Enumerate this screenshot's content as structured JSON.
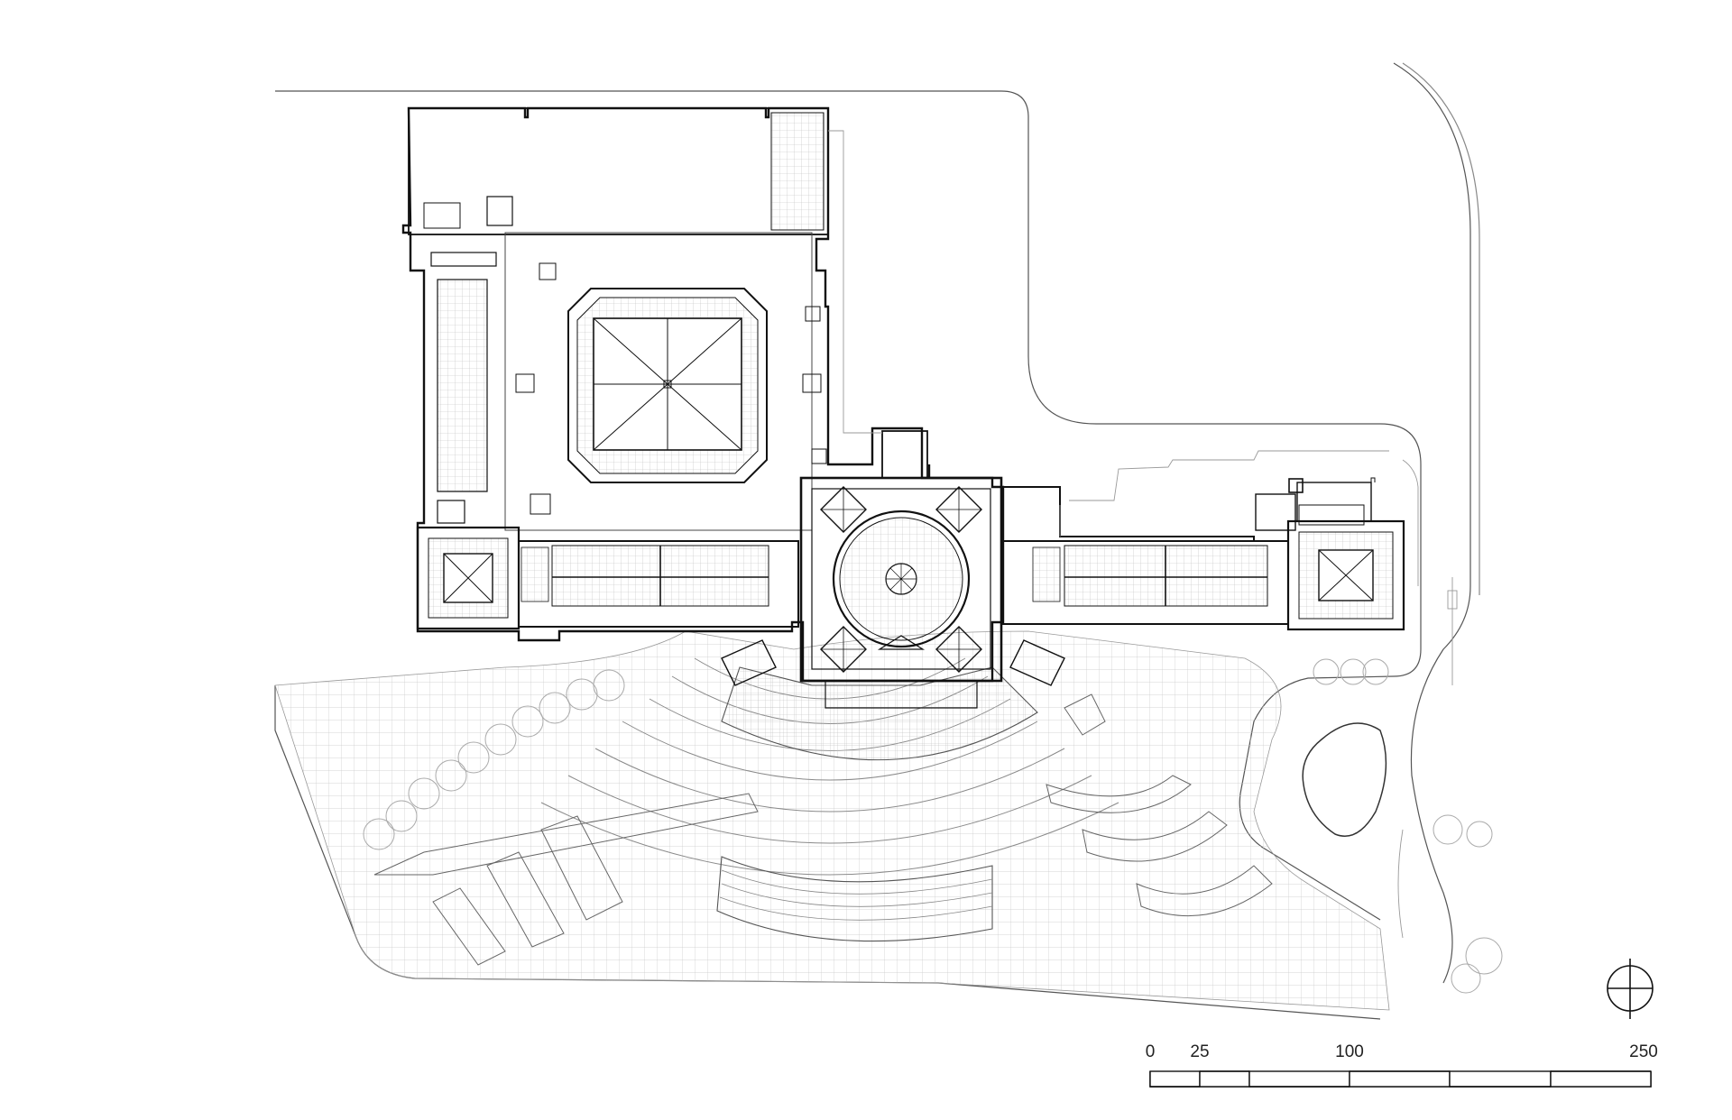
{
  "scale_bar": {
    "labels": [
      "0",
      "25",
      "100",
      "250"
    ],
    "values": [
      0,
      25,
      100,
      250
    ]
  },
  "north_arrow": {
    "icon": "north-arrow-icon"
  },
  "colors": {
    "line": "#222222",
    "light_line": "#9a9a9a",
    "background": "#ffffff"
  }
}
